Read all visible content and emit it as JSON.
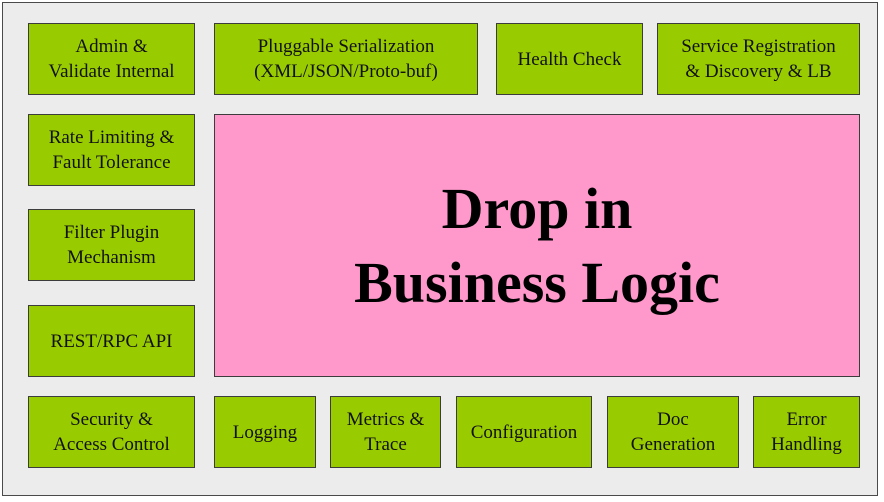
{
  "core": {
    "label": "Drop in\nBusiness Logic"
  },
  "top_row": {
    "admin": "Admin &\nValidate Internal",
    "serialization": "Pluggable Serialization\n(XML/JSON/Proto-buf)",
    "health_check": "Health Check",
    "service_registration": "Service Registration\n& Discovery & LB"
  },
  "left_column": {
    "rate_limiting": "Rate Limiting &\nFault Tolerance",
    "filter_plugin": "Filter Plugin\nMechanism",
    "rest_rpc": "REST/RPC API"
  },
  "bottom_row": {
    "security": "Security &\nAccess Control",
    "logging": "Logging",
    "metrics": "Metrics &\nTrace",
    "configuration": "Configuration",
    "doc_generation": "Doc\nGeneration",
    "error_handling": "Error\nHandling"
  },
  "colors": {
    "module_fill": "#99cc00",
    "core_fill": "#ff99cc",
    "background": "#ececec",
    "border": "#3c3c3c"
  }
}
